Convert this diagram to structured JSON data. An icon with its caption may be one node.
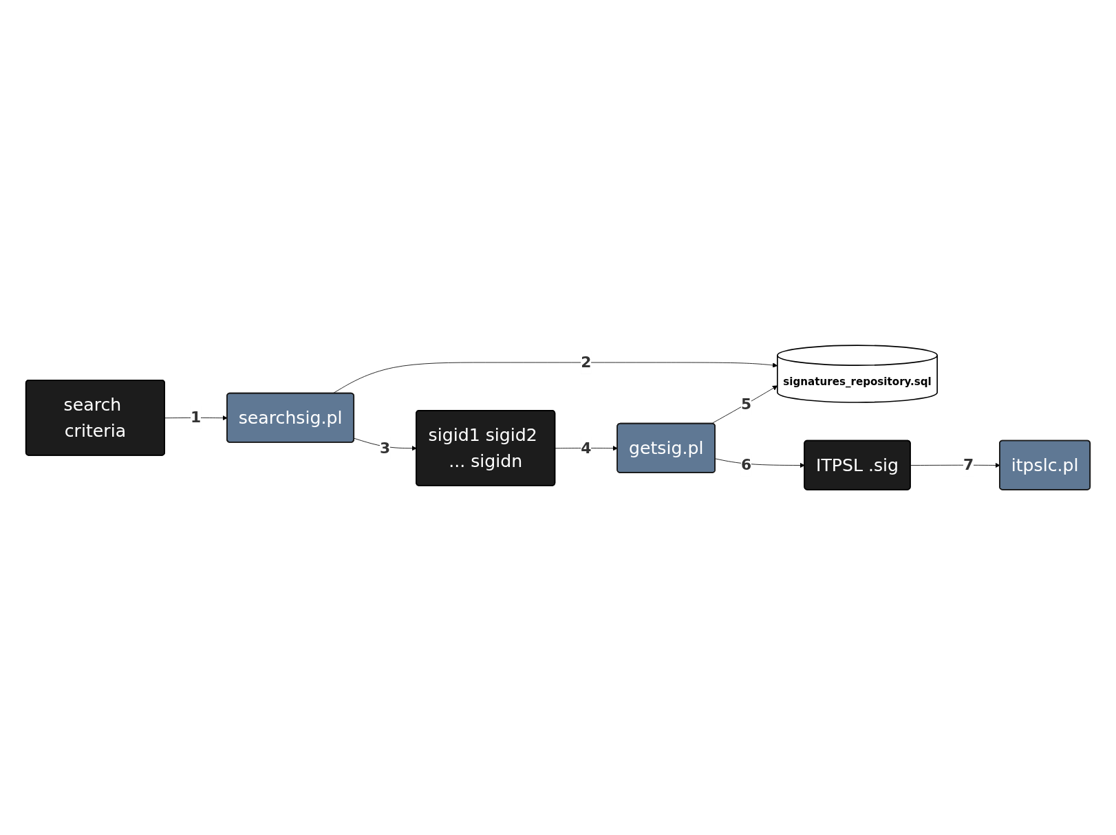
{
  "diagram": {
    "nodes": [
      {
        "text": [
          "searchsig.pl"
        ]
      },
      {
        "text": [
          "signatures_repository.sql"
        ]
      },
      {
        "text": [
          "search criteria"
        ]
      },
      {
        "text": [
          "sigid1 sigid2 ... sigidn"
        ]
      },
      {
        "text": [
          "getsig.pl"
        ]
      },
      {
        "text": [
          "ITPSL .sig"
        ]
      },
      {
        "text": [
          "itpslc.pl"
        ]
      }
    ],
    "edges": [
      {
        "from": 2,
        "to": 0,
        "arrow": "to",
        "label": "1"
      },
      {
        "from": 0,
        "to": 1,
        "arrow": "to",
        "label": "2"
      },
      {
        "from": 0,
        "to": 3,
        "arrow": "to",
        "label": "3"
      },
      {
        "from": 3,
        "to": 4,
        "arrow": "to",
        "label": "4"
      },
      {
        "from": 4,
        "to": 1,
        "arrow": "to",
        "label": "5"
      },
      {
        "from": 4,
        "to": 5,
        "arrow": "to",
        "label": "6"
      },
      {
        "from": 5,
        "to": 6,
        "arrow": "to",
        "label": "7"
      }
    ]
  }
}
